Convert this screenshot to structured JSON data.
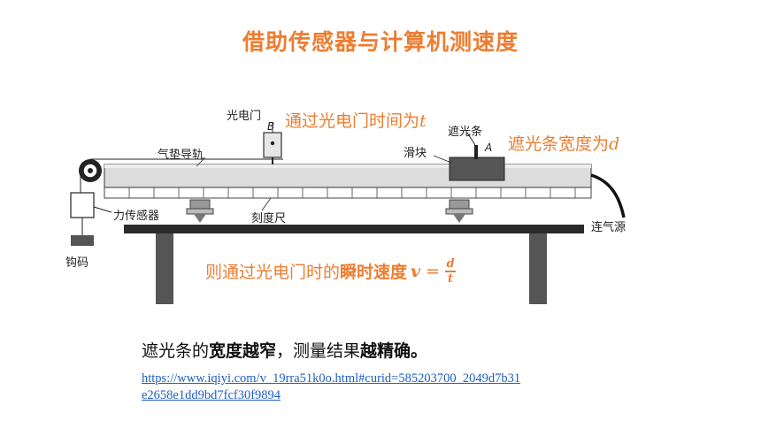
{
  "title": "借助传感器与计算机测速度",
  "labels": {
    "photogate": "光电门",
    "point_b": "B",
    "point_a": "A",
    "shading_strip": "遮光条",
    "slider": "滑块",
    "air_track": "气垫导轨",
    "force_sensor": "力传感器",
    "hook_weight": "钩码",
    "ruler": "刻度尺",
    "air_source": "连气源"
  },
  "annotations": {
    "time_text": "通过光电门时间为",
    "time_var": "t",
    "width_text": "遮光条宽度为",
    "width_var": "d",
    "formula_prefix": "则通过光电门时的",
    "formula_bold": "瞬时速度",
    "formula_var": "v",
    "formula_eq": "=",
    "formula_num": "d",
    "formula_den": "t"
  },
  "summary": {
    "p1": "遮光条的",
    "b1": "宽度越窄",
    "p2": "，测量结果",
    "b2": "越精确。"
  },
  "link": {
    "text": "https://www.iqiyi.com/v_19rra51k0o.html#curid=585203700_2049d7b31e2658e1dd9bd7fcf30f9894"
  },
  "colors": {
    "accent": "#ed7d31",
    "link": "#1f5fbf"
  }
}
